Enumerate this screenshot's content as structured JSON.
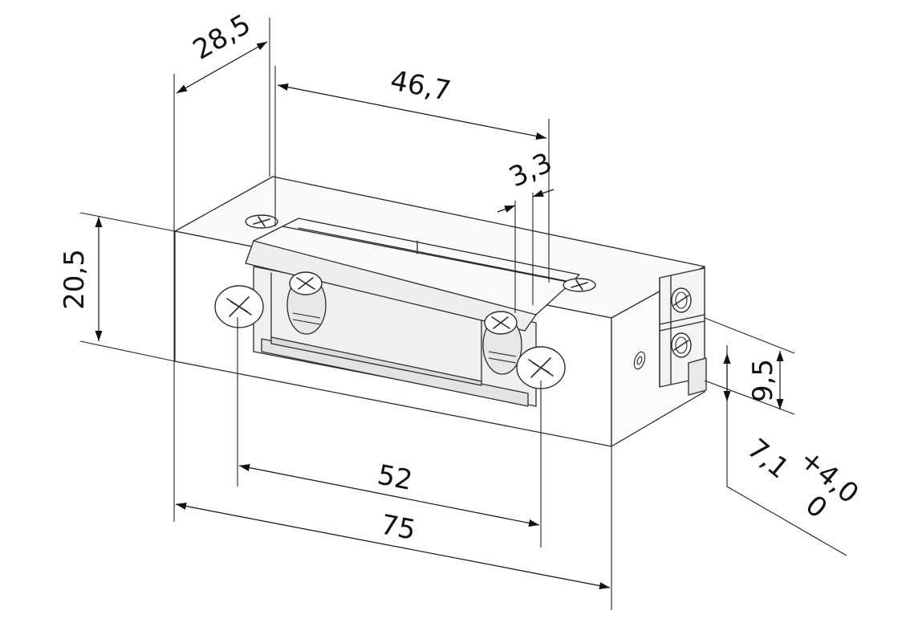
{
  "dimensions": {
    "depth": "28,5",
    "faceplate_length": "46,7",
    "strike_offset": "3,3",
    "height": "20,5",
    "terminal_height": "9,5",
    "screw_spacing": "52",
    "total_length": "75",
    "adjustment_value": "7,1",
    "adjustment_tolerance_upper": "+4,0",
    "adjustment_tolerance_lower": "0"
  },
  "colors": {
    "line": "#2b2b2b",
    "shade_light": "#f4f4f4",
    "shade_mid": "#e6e6e6",
    "shade_dark": "#d4d4d4"
  }
}
